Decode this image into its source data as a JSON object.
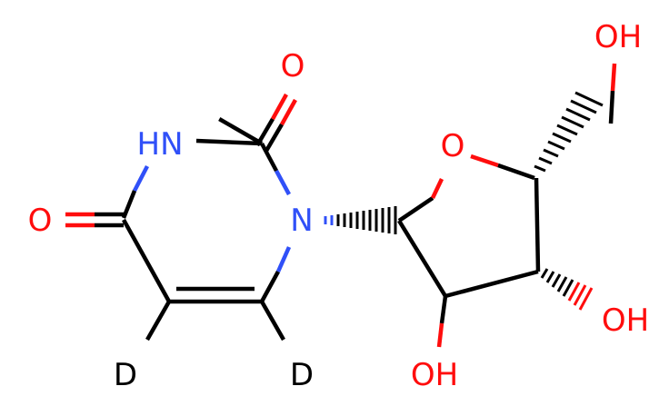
{
  "molecule": {
    "atoms": [
      {
        "id": "O_ring",
        "label": "O",
        "element": "O"
      },
      {
        "id": "N1",
        "label": "N",
        "element": "N"
      },
      {
        "id": "N3",
        "label": "HN",
        "element": "N"
      },
      {
        "id": "O2",
        "label": "O",
        "element": "O"
      },
      {
        "id": "O4",
        "label": "O",
        "element": "O"
      },
      {
        "id": "D5",
        "label": "D",
        "element": "D"
      },
      {
        "id": "D6",
        "label": "D",
        "element": "D"
      },
      {
        "id": "O5p",
        "label": "OH",
        "element": "O"
      },
      {
        "id": "O3p",
        "label": "OH",
        "element": "O"
      },
      {
        "id": "O2p",
        "label": "OH",
        "element": "O"
      }
    ],
    "colors": {
      "carbon_bond": "#000000",
      "oxygen": "#ff0d0d",
      "nitrogen": "#3050f8",
      "deuterium": "#000000"
    }
  }
}
